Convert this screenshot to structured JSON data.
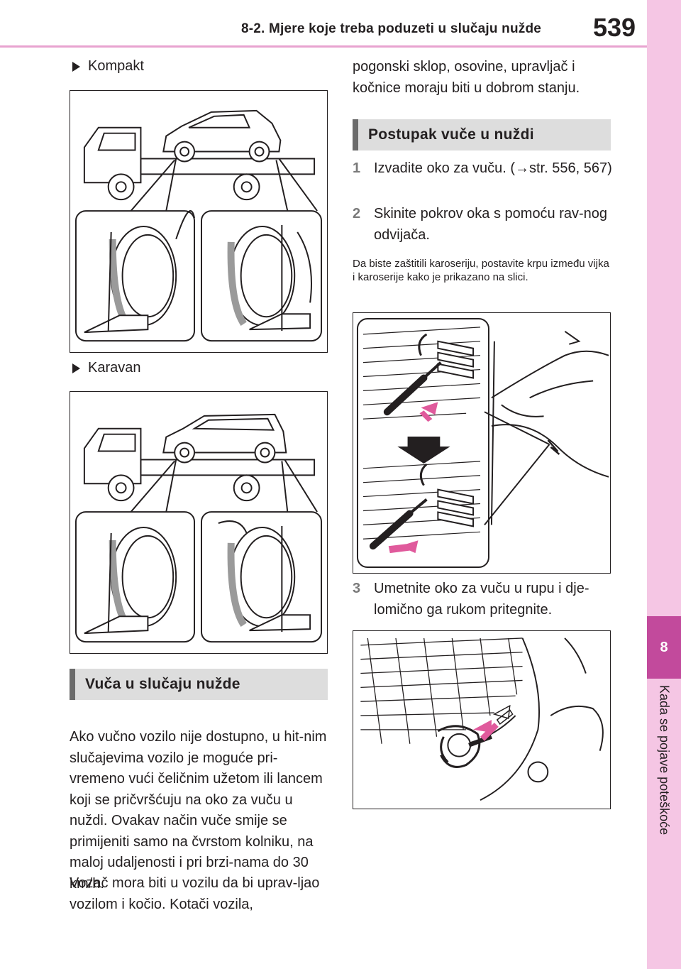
{
  "header": {
    "section_title": "8-2. Mjere koje treba poduzeti u slučaju nužde",
    "page_number": "539"
  },
  "side_tab": {
    "chapter_number": "8",
    "chapter_title": "Kada se pojave poteškoće"
  },
  "left_column": {
    "label_compact": "Kompakt",
    "label_wagon": "Karavan",
    "section_heading": "Vuča u slučaju nužde",
    "paragraph_1": "Ako vučno vozilo nije dostupno, u hit-nim slučajevima vozilo je moguće pri-vremeno vući čeličnim užetom ili lancem koji se pričvršćuju na oko za vuču u nuždi. Ovakav način vuče smije se primijeniti samo na čvrstom kolniku, na maloj udaljenosti i pri brzi-nama do 30 km/h.",
    "paragraph_2": "Vozač mora biti u vozilu da bi uprav-ljao vozilom i kočio. Kotači vozila,"
  },
  "right_column": {
    "continued_text": "pogonski sklop, osovine, upravljač i kočnice moraju biti u dobrom stanju.",
    "section_heading": "Postupak vuče u nuždi",
    "steps": [
      {
        "number": "1",
        "text": "Izvadite oko za vuču. (→str. 556, 567)"
      },
      {
        "number": "2",
        "text": "Skinite pokrov oka s pomoću rav-nog odvijača."
      },
      {
        "number": "3",
        "text": "Umetnite oko za vuču u rupu i dje-lomično ga rukom pritegnite."
      }
    ],
    "note": "Da biste zaštitili karoseriju, postavite krpu između vijka i karoserije kako je prikazano na slici."
  },
  "colors": {
    "accent_magenta": "#c24a9c",
    "side_tab_pink": "#f5c6e4",
    "header_rule": "#e8a3d0",
    "heading_bg": "#dddddd",
    "heading_bar": "#6b6b6b",
    "arrow_pink": "#e05a9c"
  }
}
